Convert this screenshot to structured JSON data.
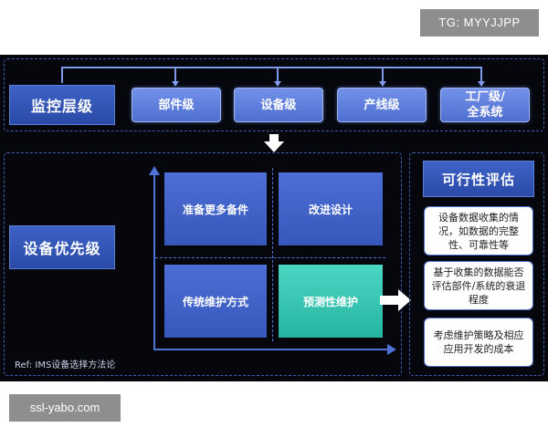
{
  "watermark_top": "TG: MYYJJPP",
  "watermark_bottom": "ssl-yabo.com",
  "monitor": {
    "title": "监控层级",
    "levels": [
      "部件级",
      "设备级",
      "产线级",
      "工厂级/\n全系统"
    ]
  },
  "priority": {
    "title": "设备优先级",
    "quadrants": {
      "top_left": "准备更多备件",
      "top_right": "改进设计",
      "bottom_left": "传统维护方式",
      "bottom_right": "预测性维护"
    }
  },
  "evaluation": {
    "title": "可行性评估",
    "items": [
      "设备数据收集的情况，如数据的完整性、可靠性等",
      "基于收集的数据能否评估部件/系统的衰退程度",
      "考虑维护策略及相应应用开发的成本"
    ]
  },
  "reference": "Ref: IMS设备选择方法论",
  "colors": {
    "background": "#05070d",
    "block_blue": "#3658bd",
    "highlight_teal": "#25b4a2",
    "dashed_border": "#3b5fa8"
  }
}
